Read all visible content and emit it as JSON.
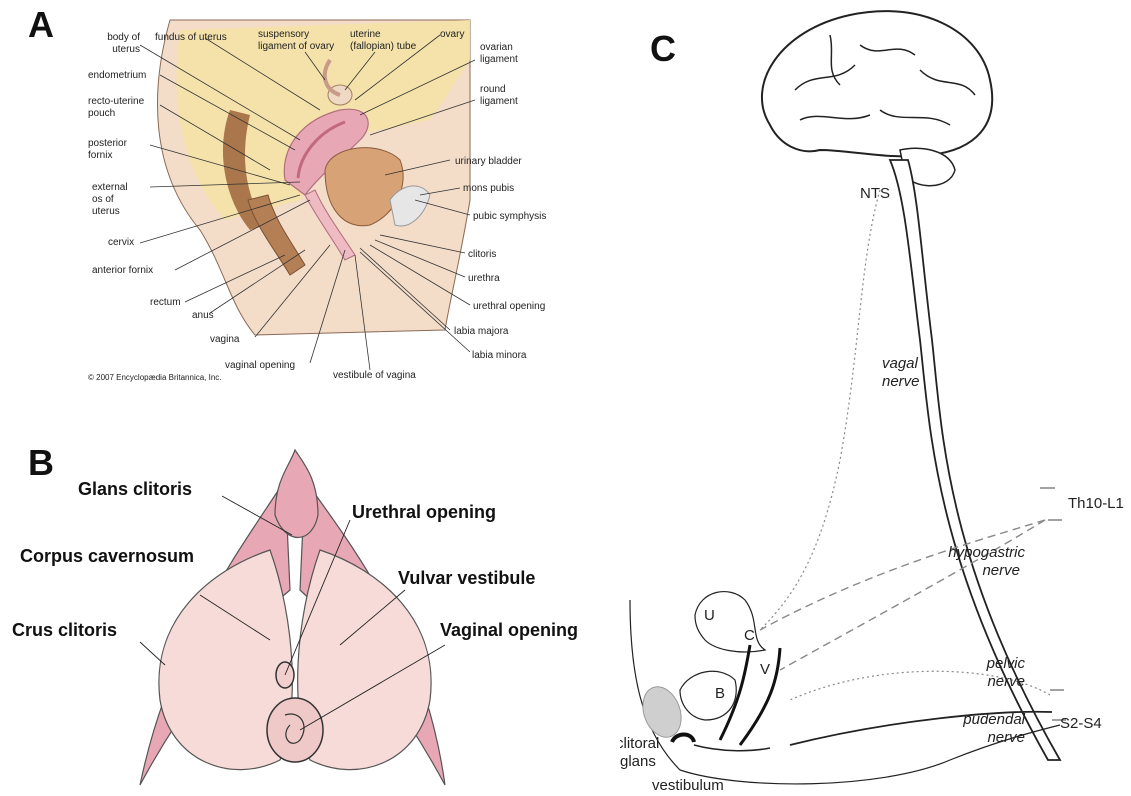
{
  "panels": {
    "a": {
      "letter": "A",
      "labels": {
        "body_of_uterus": [
          "body of",
          "uterus"
        ],
        "fundus_of_uterus": "fundus of uterus",
        "suspensory_ligament": [
          "suspensory",
          "ligament of ovary"
        ],
        "uterine_tube": [
          "uterine",
          "(fallopian) tube"
        ],
        "ovary": "ovary",
        "ovarian_ligament": [
          "ovarian",
          "ligament"
        ],
        "round_ligament": [
          "round",
          "ligament"
        ],
        "endometrium": "endometrium",
        "recto_uterine_pouch": [
          "recto-uterine",
          "pouch"
        ],
        "posterior_fornix": [
          "posterior",
          "fornix"
        ],
        "external_os": [
          "external",
          "os of",
          "uterus"
        ],
        "cervix": "cervix",
        "anterior_fornix": "anterior fornix",
        "rectum": "rectum",
        "anus": "anus",
        "vagina": "vagina",
        "vaginal_opening": "vaginal opening",
        "vestibule_of_vagina": "vestibule of vagina",
        "urinary_bladder": "urinary bladder",
        "mons_pubis": "mons pubis",
        "pubic_symphysis": "pubic symphysis",
        "clitoris": "clitoris",
        "urethra": "urethra",
        "urethral_opening": "urethral opening",
        "labia_majora": "labia majora",
        "labia_minora": "labia minora"
      },
      "copyright": "© 2007 Encyclopædia Britannica, Inc."
    },
    "b": {
      "letter": "B",
      "labels": {
        "glans_clitoris": "Glans clitoris",
        "urethral_opening": "Urethral opening",
        "corpus_cavernosum": "Corpus cavernosum",
        "vulvar_vestibule": "Vulvar vestibule",
        "crus_clitoris": "Crus clitoris",
        "vaginal_opening": "Vaginal opening"
      }
    },
    "c": {
      "letter": "C",
      "labels": {
        "nts": "NTS",
        "vagal_nerve": [
          "vagal",
          "nerve"
        ],
        "th10_l1": "Th10-L1",
        "hypogastric_nerve": [
          "hypogastric",
          "nerve"
        ],
        "pelvic_nerve": [
          "pelvic",
          "nerve"
        ],
        "pudendal_nerve": [
          "pudendal",
          "nerve"
        ],
        "s2_s4": "S2-S4",
        "u": "U",
        "c": "C",
        "v": "V",
        "b": "B",
        "clitoral_glans": [
          "clitoral",
          "glans"
        ],
        "vestibulum": "vestibulum"
      }
    }
  },
  "colors": {
    "pink": "#e8a7b4",
    "pink_light": "#f6dbd8",
    "yellow": "#f4e2a6",
    "brown": "#a9774b",
    "line": "#333333"
  }
}
